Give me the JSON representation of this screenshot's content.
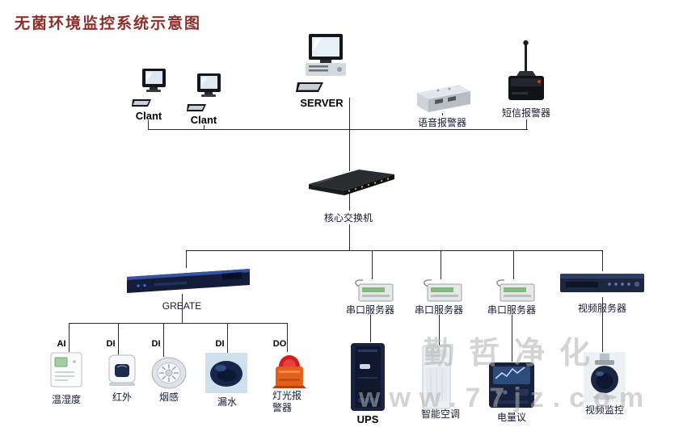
{
  "title": "无菌环境监控系统示意图",
  "watermark": {
    "line1": "勤哲净化",
    "line2": "www.77jz.com"
  },
  "labels": {
    "client1": "Clant",
    "client2": "Clant",
    "server": "SERVER",
    "voice_alarm": "语音报警器",
    "sms_alarm": "短信报警器",
    "core_switch": "核心交换机",
    "greate": "GREATE",
    "serial_server_1": "串口服务器",
    "serial_server_2": "串口服务器",
    "serial_server_3": "串口服务器",
    "video_server": "视频服务器",
    "temp_humidity": "温湿度",
    "infrared": "红外",
    "smoke": "烟感",
    "water_leak": "漏水",
    "light_alarm": "灯光报警器",
    "ups": "UPS",
    "smart_ac": "智能空调",
    "power_meter": "电量议",
    "video_monitor": "视频监控"
  },
  "io_labels": {
    "ai": "AI",
    "di1": "DI",
    "di2": "DI",
    "di3": "DI",
    "do": "DO"
  },
  "colors": {
    "title": "#8a2f2b",
    "line": "#26282c",
    "watermark": "#b2b2b2"
  }
}
